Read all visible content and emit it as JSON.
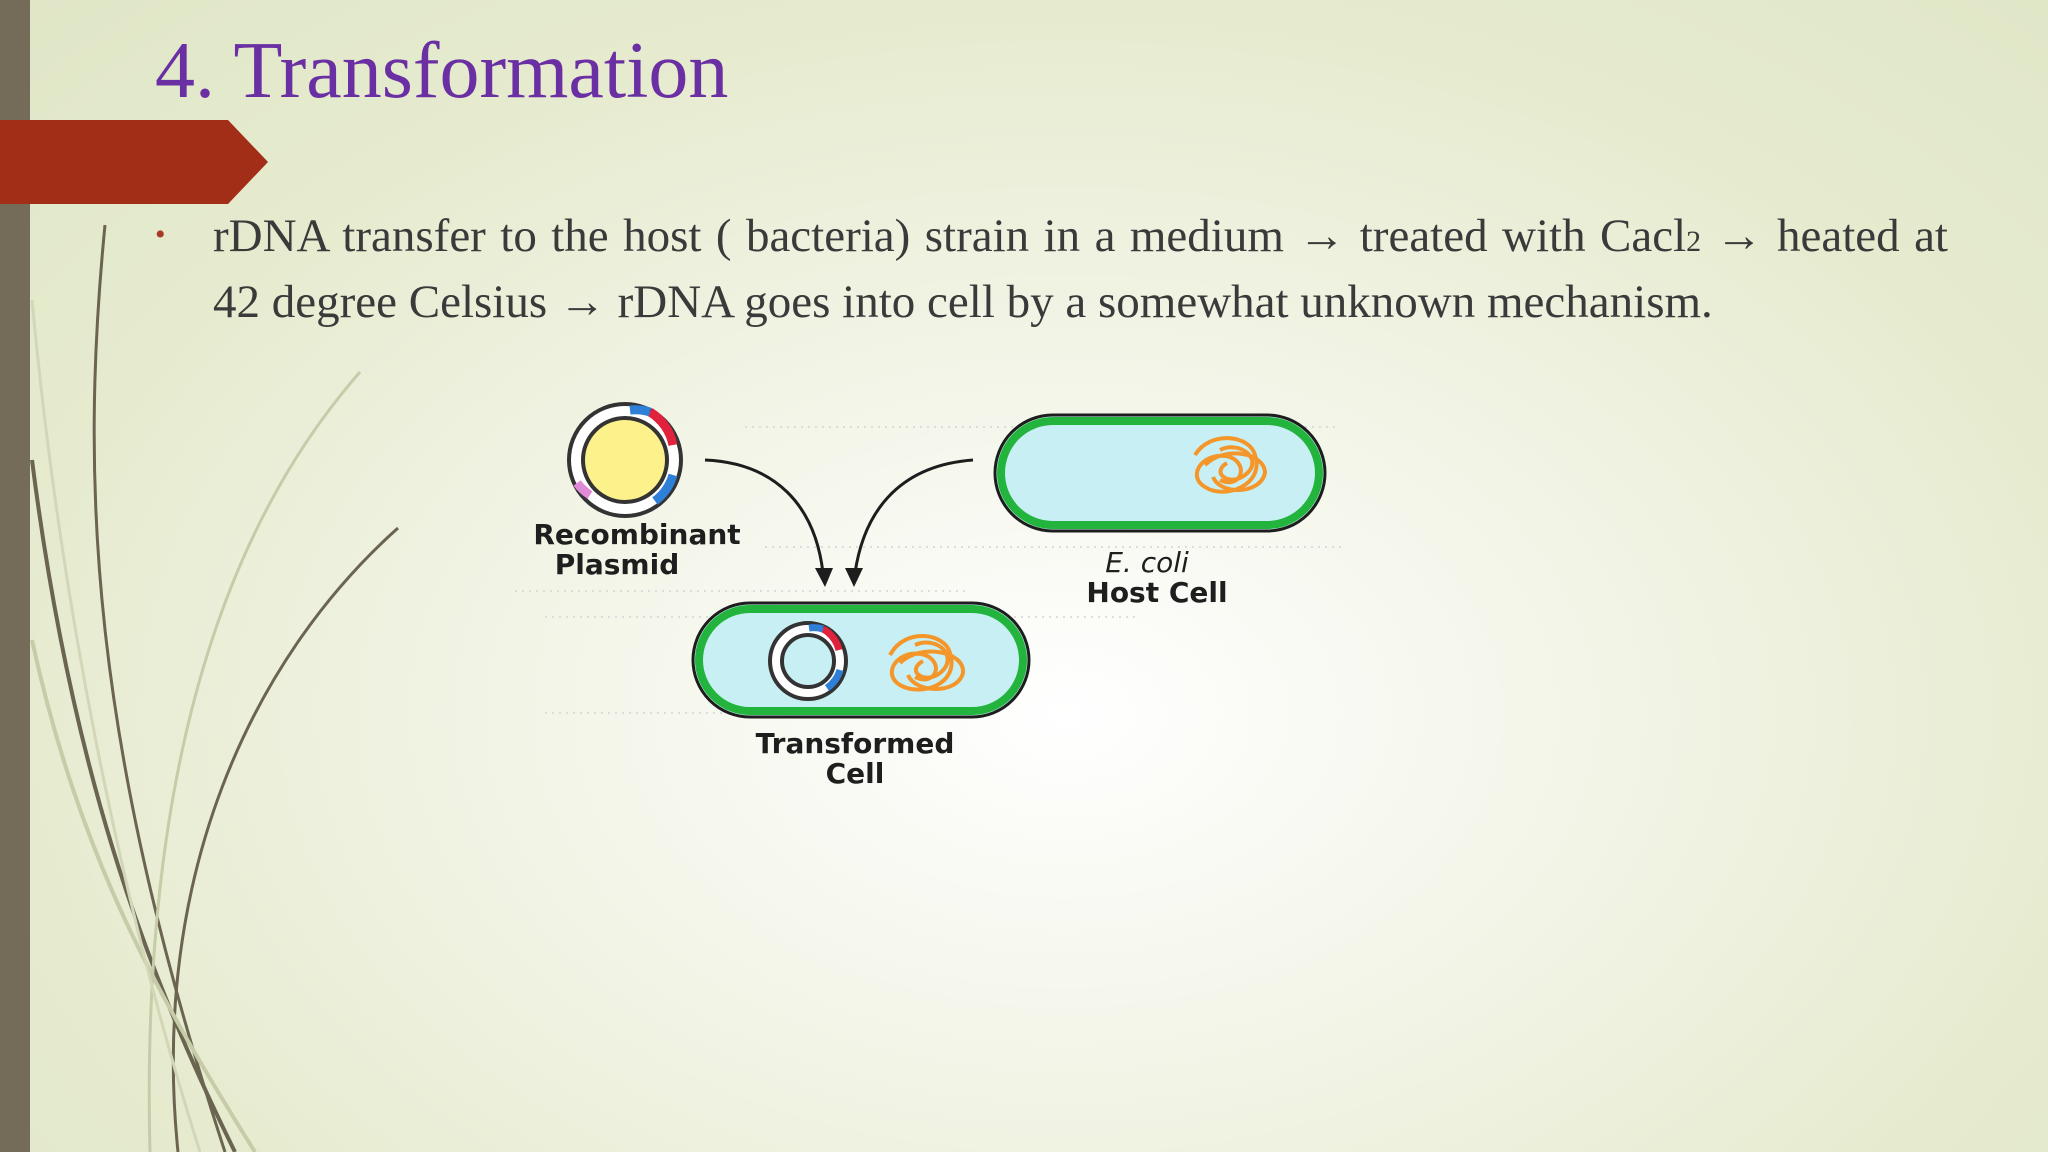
{
  "slide": {
    "title": "4. Transformation",
    "bullet_marker": "•",
    "bullet": {
      "text_before_sub": " rDNA transfer to the host ( bacteria) strain in a medium →  treated with Cacl",
      "subscript": "2",
      "text_after_sub": " → heated at 42 degree Celsius  → rDNA goes into cell by a somewhat unknown mechanism."
    }
  },
  "diagram": {
    "plasmid_label_line1": "Recombinant",
    "plasmid_label_line2": "Plasmid",
    "host_label_line1": "E. coli",
    "host_label_line2": "Host Cell",
    "transformed_label_line1": "Transformed",
    "transformed_label_line2": "Cell"
  },
  "colors": {
    "title": "#6a2fa2",
    "accent_arrow": "#a93a23",
    "left_bar": "#746b58",
    "cell_border": "#22b43c",
    "cell_fill": "#c8f0f4",
    "plasmid_fill": "#fdf18c",
    "chromosome": "#f5962a"
  }
}
